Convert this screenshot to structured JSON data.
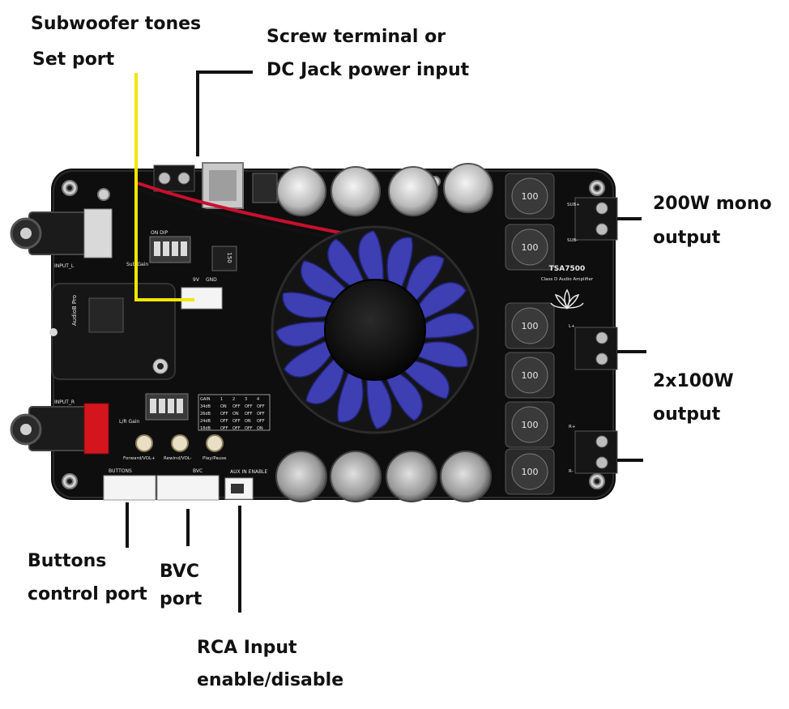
{
  "labels": {
    "subwoofer_line1": "Subwoofer tones",
    "subwoofer_line2": "Set port",
    "power_line1": "Screw terminal or",
    "power_line2": "DC Jack power input",
    "mono_line1": "200W mono",
    "mono_line2": "output",
    "stereo_line1": "2x100W",
    "stereo_line2": "output",
    "buttons_line1": "Buttons",
    "buttons_line2": "control port",
    "bvc_line1": "BVC",
    "bvc_line2": "port",
    "rca_line1": "RCA Input",
    "rca_line2": "enable/disable"
  },
  "board": {
    "model": "TSA7500",
    "subtitle": "Class D Audio Amplifier",
    "inductor_marking": "100",
    "module_name": "AudioB Pro",
    "silkscreen": {
      "input_l": "INPUT_L",
      "input_r": "INPUT_R",
      "buttons": "BUTTONS",
      "aux_in_enable": "AUX IN ENABLE",
      "bvc": "BVC",
      "forward": "Forward/VOL+",
      "rewind": "Rewind/VOL-",
      "play": "Play/Pause",
      "sub_plus": "SUB+",
      "sub_minus": "SUB-",
      "l_plus": "L+",
      "r_plus": "R+",
      "r_minus": "R-",
      "gain_label": "L/R Gain",
      "sub_gain": "Sub Gain",
      "nine_v": "9V",
      "gnd": "GND",
      "on_dip": "ON DIP",
      "ic_marking": "150"
    },
    "gain_table": {
      "headers": [
        "GAIN",
        "1",
        "2",
        "3",
        "4"
      ],
      "rows": [
        [
          "34dB",
          "ON",
          "OFF",
          "OFF",
          "OFF"
        ],
        [
          "26dB",
          "OFF",
          "ON",
          "OFF",
          "OFF"
        ],
        [
          "24dB",
          "OFF",
          "OFF",
          "ON",
          "OFF"
        ],
        [
          "18dB",
          "OFF",
          "OFF",
          "OFF",
          "ON"
        ]
      ]
    }
  },
  "colors": {
    "pcb": "#0e0e0e",
    "fan_blade": "#3d3fb3",
    "pointer_line": "#111111",
    "subwoofer_pointer": "#f2e600"
  }
}
